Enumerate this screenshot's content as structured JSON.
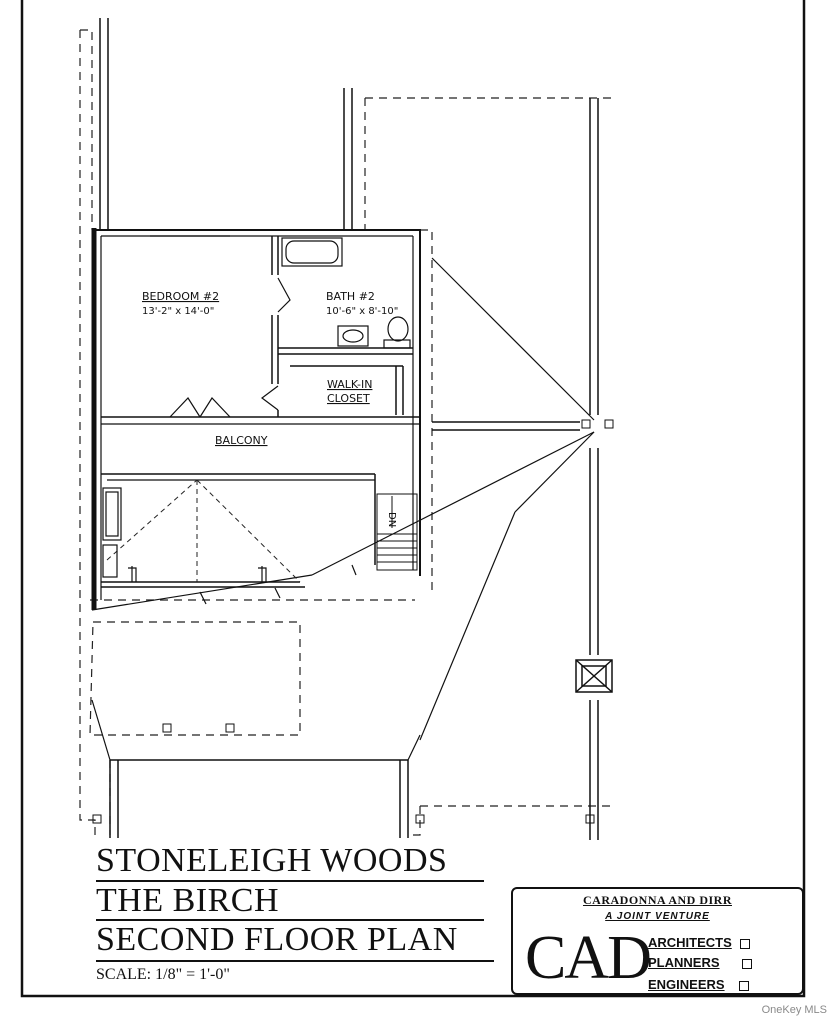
{
  "drawing": {
    "rooms": {
      "bedroom": {
        "name": "BEDROOM #2",
        "dims": "13'-2\" x 14'-0\""
      },
      "bath": {
        "name": "BATH #2",
        "dims": "10'-6\" x 8'-10\""
      },
      "closet": {
        "line1": "WALK-IN",
        "line2": "CLOSET"
      },
      "balcony": "BALCONY",
      "stair": "DN"
    }
  },
  "title_block": {
    "lines": [
      "STONELEIGH WOODS",
      "THE BIRCH",
      "SECOND FLOOR PLAN"
    ],
    "scale": "SCALE: 1/8\" = 1'-0\""
  },
  "firm": {
    "name": "CARADONNA AND DIRR",
    "tagline": "A JOINT VENTURE",
    "logo": "CAD",
    "disciplines": [
      "ARCHITECTS",
      "PLANNERS",
      "ENGINEERS"
    ]
  },
  "watermark": "OneKey MLS"
}
